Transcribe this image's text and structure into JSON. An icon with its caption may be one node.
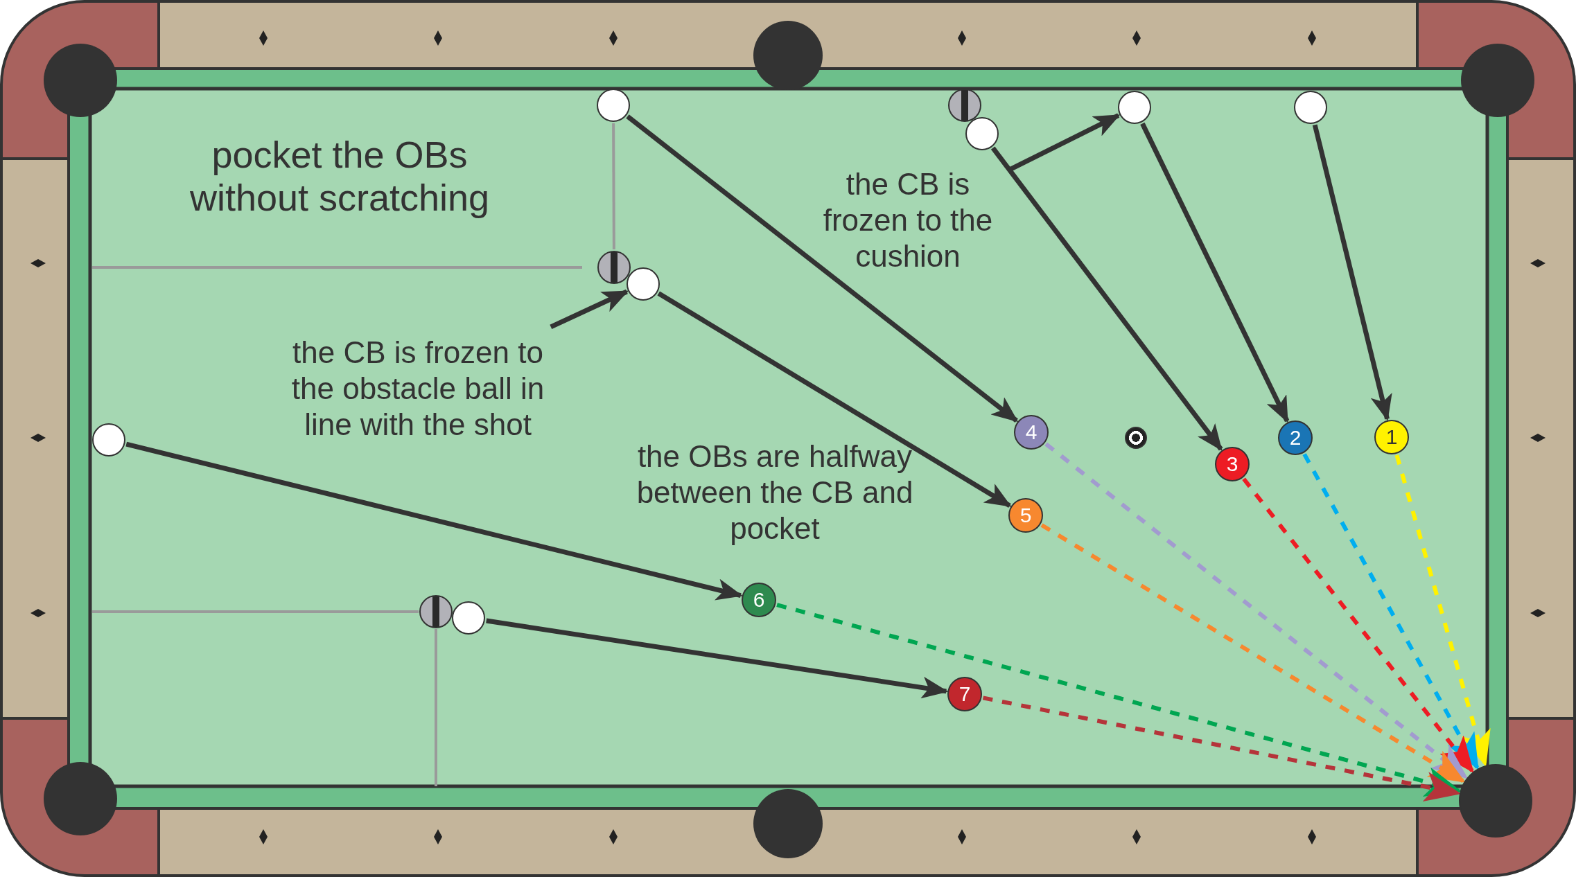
{
  "diagram": {
    "nodes": [
      {
        "text": [
          "1"
        ]
      },
      {
        "text": [
          "2"
        ]
      },
      {
        "text": [
          "3"
        ]
      },
      {
        "text": [
          "4"
        ]
      },
      {
        "text": [
          "5"
        ]
      },
      {
        "text": [
          "6"
        ]
      },
      {
        "text": [
          "7"
        ]
      },
      {
        "text": [],
        "shape": "circle"
      },
      {
        "text": [],
        "shape": "circle"
      },
      {
        "text": [],
        "shape": "circle"
      },
      {
        "text": [],
        "shape": "circle"
      },
      {
        "text": [],
        "shape": "circle"
      },
      {
        "text": [],
        "shape": "circle"
      },
      {
        "text": [],
        "shape": "circle"
      },
      {
        "text": [],
        "shape": "circle"
      },
      {
        "text": [],
        "shape": "circle"
      },
      {
        "text": [],
        "shape": "circle"
      },
      {
        "text": [],
        "shape": "circle"
      },
      {
        "text": [],
        "shape": "circle"
      },
      {
        "text": [
          "the CB is frozen to the cushion"
        ]
      },
      {
        "text": [
          "the CB is frozen to the obstacle ball in line with the shot"
        ]
      }
    ],
    "edges": [
      {
        "from": 7,
        "to": 0,
        "arrow": "to"
      },
      {
        "from": 8,
        "to": 1,
        "arrow": "to"
      },
      {
        "from": 9,
        "to": 2,
        "arrow": "to"
      },
      {
        "from": 11,
        "to": 3,
        "arrow": "to"
      },
      {
        "from": 12,
        "to": 4,
        "arrow": "to"
      },
      {
        "from": 14,
        "to": 5,
        "arrow": "to"
      },
      {
        "from": 15,
        "to": 6,
        "arrow": "to"
      },
      {
        "from": 0,
        "to": 18,
        "arrow": "to",
        "style": "dashed",
        "color": "#fff200"
      },
      {
        "from": 1,
        "to": 18,
        "arrow": "to",
        "style": "dashed",
        "color": "#00aeef"
      },
      {
        "from": 2,
        "to": 18,
        "arrow": "to",
        "style": "dashed",
        "color": "#ed1c24"
      },
      {
        "from": 3,
        "to": 18,
        "arrow": "to",
        "style": "dashed",
        "color": "#a29bcf"
      },
      {
        "from": 4,
        "to": 18,
        "arrow": "to",
        "style": "dashed",
        "color": "#f7882f"
      },
      {
        "from": 5,
        "to": 18,
        "arrow": "to",
        "style": "dashed",
        "color": "#00a651"
      },
      {
        "from": 6,
        "to": 18,
        "arrow": "to",
        "style": "dashed",
        "color": "#b5343a"
      },
      {
        "from": 19,
        "to": 8,
        "arrow": "to"
      },
      {
        "from": 20,
        "to": 12,
        "arrow": "to"
      },
      {
        "from": 13,
        "to": 11,
        "arrow": "none",
        "color": "#9a9a9a"
      }
    ],
    "labels": [
      "pocket the OBs without scratching",
      "the OBs are halfway between the CB and pocket"
    ]
  }
}
